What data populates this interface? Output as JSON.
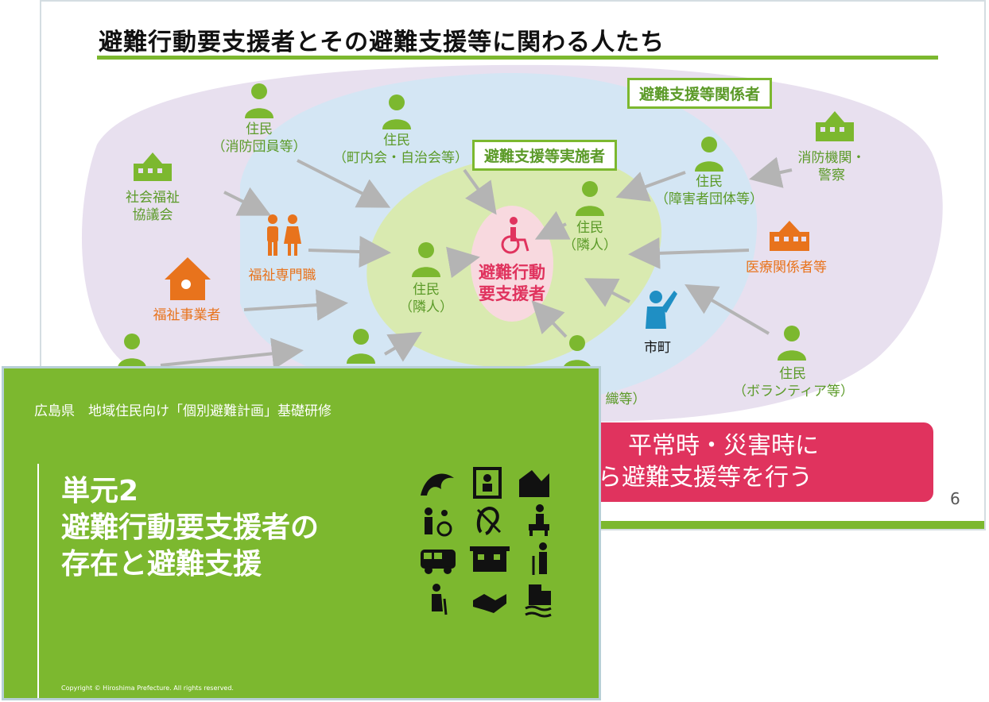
{
  "back_slide": {
    "title": "避難行動要支援者とその避難支援等に関わる人たち",
    "page_number": "6",
    "box_outer": "避難支援等関係者",
    "box_inner": "避難支援等実施者",
    "center_line1": "避難行動",
    "center_line2": "要支援者",
    "labels": {
      "resident_fire_1": "住民",
      "resident_fire_2": "（消防団員等）",
      "resident_town_1": "住民",
      "resident_town_2": "（町内会・自治会等）",
      "resident_disab_1": "住民",
      "resident_disab_2": "（障害者団体等）",
      "resident_neighbor_r1": "住民",
      "resident_neighbor_r2": "（隣人）",
      "resident_neighbor_l1": "住民",
      "resident_neighbor_l2": "（隣人）",
      "resident_vol_1": "住民",
      "resident_vol_2": "（ボランティア等）",
      "social_welfare_1": "社会福祉",
      "social_welfare_2": "協議会",
      "welfare_prof": "福祉専門職",
      "welfare_business": "福祉事業者",
      "fire_police_1": "消防機関・",
      "fire_police_2": "警察",
      "medical": "医療関係者等",
      "city": "市町",
      "partial_label": "織等）"
    },
    "banner_line1": "平常時・災害時に",
    "banner_line2": "ら避難支援等を行う",
    "colors": {
      "green": "#7cb82f",
      "purple_bg": "#e8e0ef",
      "blue_bg": "#d4e6f4",
      "green_bg": "#d9eab0",
      "pink_bg": "#f8d9df",
      "orange": "#e8731c",
      "pink": "#e0335e",
      "blue_person": "#1f8fc4"
    }
  },
  "front_slide": {
    "subtitle": "広島県　地域住民向け「個別避難計画」基礎研修",
    "title_line1": "単元2",
    "title_line2": "避難行動要支援者の",
    "title_line3": "存在と避難支援",
    "copyright": "Copyright © Hiroshima Prefecture. All rights reserved.",
    "icons": [
      "tsunami-icon",
      "window-person-icon",
      "landslide-icon",
      "wheelchair-helper-icon",
      "hearing-impaired-icon",
      "guide-dog-icon",
      "van-icon",
      "house-icon",
      "elderly-cane-icon",
      "elderly-walking-icon",
      "handshake-icon",
      "flood-building-icon"
    ]
  }
}
